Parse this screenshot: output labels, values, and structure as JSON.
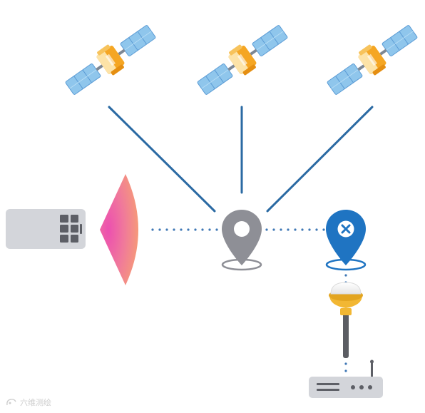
{
  "diagram": {
    "satellites": [
      {
        "id": "satellite-left"
      },
      {
        "id": "satellite-center"
      },
      {
        "id": "satellite-right"
      }
    ],
    "colors": {
      "signal_line": "#2b6aa3",
      "dotted_link": "#3f78b5",
      "panel_light": "#9fd0ef",
      "panel_mid": "#6fb0e0",
      "panel_dark": "#4a8ac6",
      "body_orange": "#f5a623",
      "body_light": "#fde7b5",
      "pin_gray": "#8e8f96",
      "pin_blue": "#1f74c2",
      "device_gray": "#d3d5da",
      "device_dark": "#5d5f66",
      "antenna_yellow": "#f2b733",
      "pole_gray": "#5b5d63",
      "wave_pink": "#ef5aa8",
      "wave_orange": "#f7a073"
    },
    "icons": {
      "rover_pin": "location-pin-icon",
      "base_pin": "close-location-pin-icon"
    }
  },
  "watermark": {
    "text": "六维测绘"
  }
}
